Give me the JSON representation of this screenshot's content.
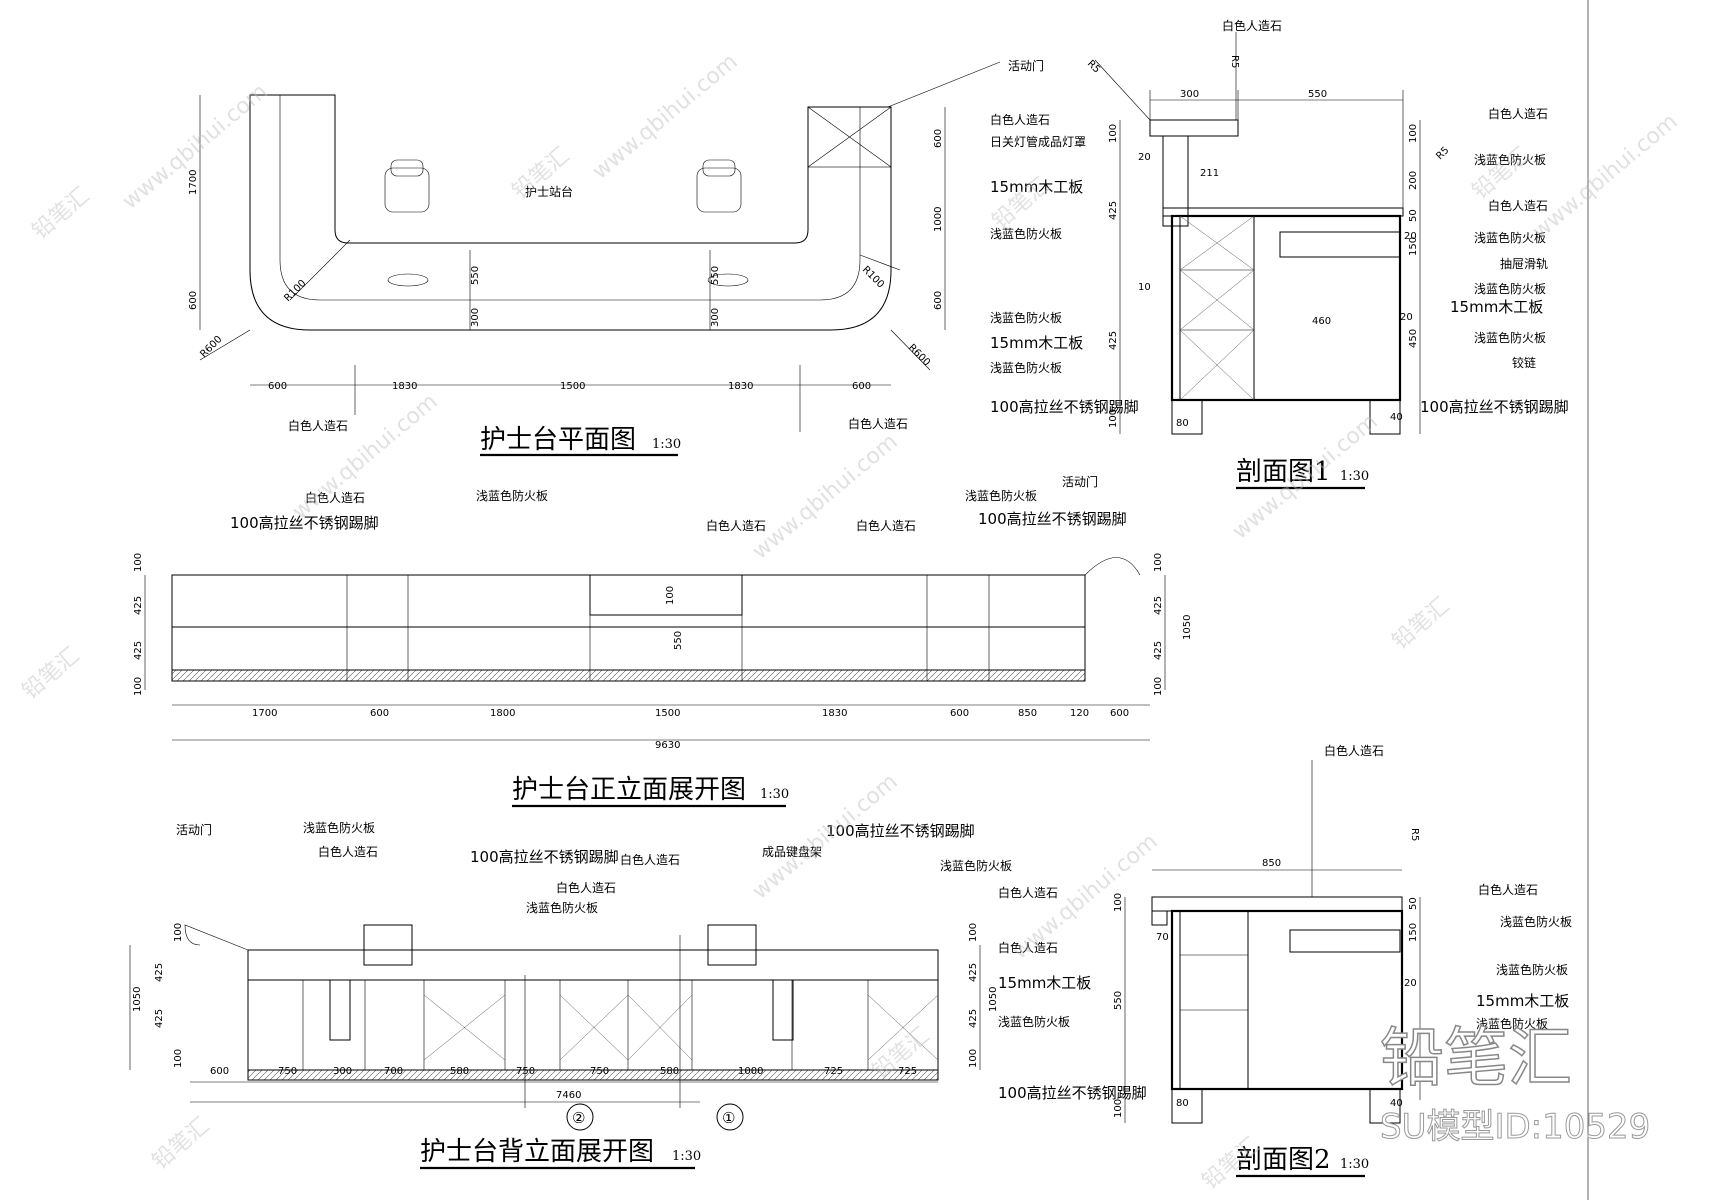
{
  "views": {
    "plan": {
      "title": "护士台平面图",
      "scale": "1:30",
      "room_label": "护士站台",
      "door_label": "活动门",
      "dims_bottom": [
        "600",
        "1830",
        "1500",
        "1830",
        "600"
      ],
      "dims_left": [
        "1700",
        "600"
      ],
      "dims_right": [
        "600",
        "1000",
        "600"
      ],
      "dims_inner": [
        "550",
        "300",
        "550",
        "300"
      ],
      "radii": [
        "R600",
        "R100",
        "R100",
        "R600"
      ],
      "stone_label_left": "白色人造石",
      "stone_label_right": "白色人造石"
    },
    "section1": {
      "title": "剖面图1",
      "scale": "1:30",
      "left_labels": [
        "白色人造石",
        "日关灯管成品灯罩",
        "15mm木工板",
        "浅蓝色防火板",
        "浅蓝色防火板",
        "15mm木工板",
        "浅蓝色防火板",
        "100高拉丝不锈钢踢脚"
      ],
      "right_labels": [
        "白色人造石",
        "浅蓝色防火板",
        "白色人造石",
        "浅蓝色防火板",
        "抽屉滑轨",
        "浅蓝色防火板",
        "15mm木工板",
        "浅蓝色防火板",
        "铰链",
        "100高拉丝不锈钢踢脚"
      ],
      "top_label": "白色人造石",
      "radius": "R5",
      "radius2": "R5",
      "radius3": "R5",
      "dims_top": [
        "300",
        "550"
      ],
      "dims_left": [
        "100",
        "20",
        "425",
        "10",
        "425",
        "100"
      ],
      "dims_right": [
        "100",
        "200",
        "50",
        "20",
        "150",
        "20",
        "450",
        "40"
      ],
      "inner_dims": [
        "211",
        "460",
        "80"
      ]
    },
    "front": {
      "title": "护士台正立面展开图",
      "scale": "1:30",
      "labels": [
        "白色人造石",
        "100高拉丝不锈钢踢脚",
        "浅蓝色防火板",
        "白色人造石",
        "白色人造石",
        "浅蓝色防火板",
        "100高拉丝不锈钢踢脚",
        "活动门"
      ],
      "dims_bottom": [
        "1700",
        "600",
        "1800",
        "1500",
        "1830",
        "600",
        "850",
        "120",
        "600"
      ],
      "total": "9630",
      "dims_left": [
        "100",
        "425",
        "425",
        "100"
      ],
      "dims_right": [
        "100",
        "425",
        "425",
        "100"
      ],
      "total_h": "1050",
      "inner": [
        "100",
        "550"
      ]
    },
    "back": {
      "title": "护士台背立面展开图",
      "scale": "1:30",
      "labels": [
        "活动门",
        "浅蓝色防火板",
        "白色人造石",
        "100高拉丝不锈钢踢脚",
        "白色人造石",
        "白色人造石",
        "浅蓝色防火板",
        "成品键盘架",
        "100高拉丝不锈钢踢脚",
        "浅蓝色防火板"
      ],
      "dims_bottom": [
        "600",
        "750",
        "300",
        "700",
        "580",
        "750",
        "750",
        "580",
        "1000",
        "725",
        "725"
      ],
      "total": "7460",
      "dims_left": [
        "100",
        "425",
        "425",
        "100"
      ],
      "total_h": "1050",
      "dims_right": [
        "100",
        "425",
        "425",
        "100"
      ],
      "right_total": "1050",
      "markers": [
        "②",
        "①"
      ]
    },
    "section2": {
      "title": "剖面图2",
      "scale": "1:30",
      "top_label": "白色人造石",
      "left_labels": [
        "白色人造石",
        "白色人造石",
        "15mm木工板",
        "浅蓝色防火板",
        "100高拉丝不锈钢踢脚"
      ],
      "right_labels": [
        "白色人造石",
        "浅蓝色防火板",
        "浅蓝色防火板",
        "15mm木工板",
        "浅蓝色防火板"
      ],
      "dims_top": [
        "850"
      ],
      "radius": "R5",
      "dims_left": [
        "100",
        "70",
        "550",
        "100"
      ],
      "dims_right": [
        "50",
        "150",
        "20",
        "40"
      ],
      "inner_dims": [
        "80"
      ]
    }
  },
  "watermark": {
    "brand": "铅笔汇",
    "url": "www.qbihui.com",
    "model_id": "SU模型ID:10529"
  }
}
